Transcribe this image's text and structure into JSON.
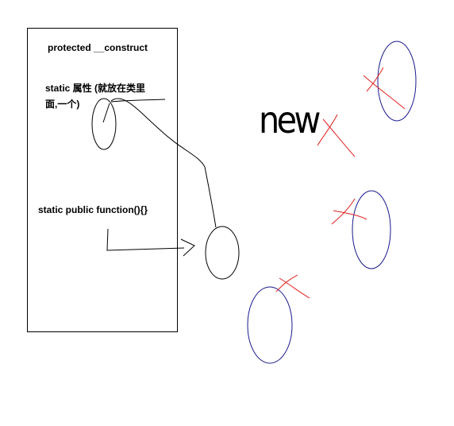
{
  "diagram": {
    "class_box": {
      "constructor_label": "protected __construct",
      "static_property_line1": "static 属性 (就放在类里",
      "static_property_line2": "面,一个)",
      "static_method_label": "static public function(){}"
    },
    "new_label": "new",
    "colors": {
      "ink": "#000000",
      "instance_circle": "#1a1a8c",
      "cross_out": "#e02020",
      "background": "#ffffff"
    }
  }
}
